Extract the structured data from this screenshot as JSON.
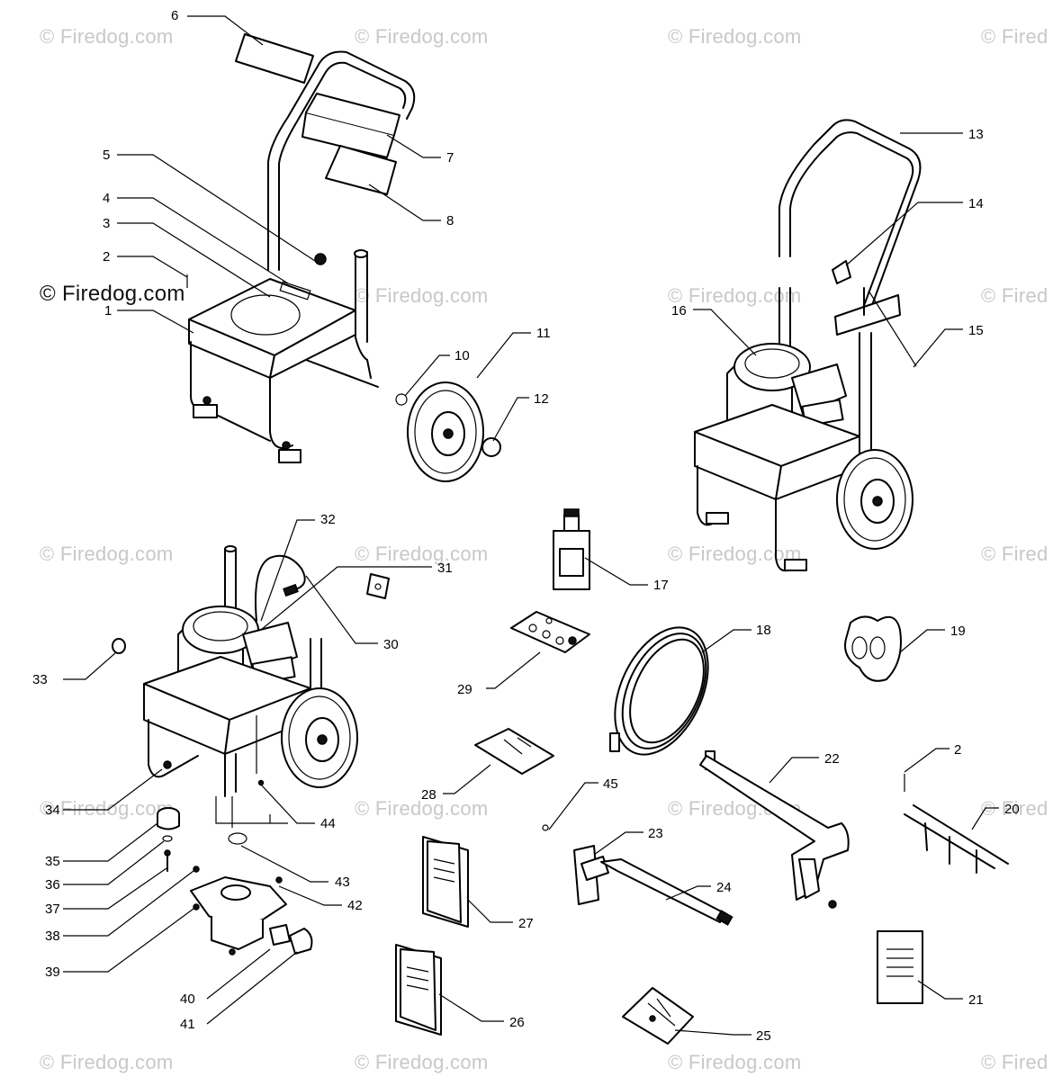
{
  "watermark_text": "© Firedog.com",
  "watermark_cut_text": "© Fired",
  "copyright_main": "© Firedog.com",
  "callouts": [
    {
      "id": "c1",
      "text": "1"
    },
    {
      "id": "c2",
      "text": "2"
    },
    {
      "id": "c3",
      "text": "3"
    },
    {
      "id": "c4",
      "text": "4"
    },
    {
      "id": "c5",
      "text": "5"
    },
    {
      "id": "c6",
      "text": "6"
    },
    {
      "id": "c7",
      "text": "7"
    },
    {
      "id": "c8",
      "text": "8"
    },
    {
      "id": "c10",
      "text": "10"
    },
    {
      "id": "c11",
      "text": "11"
    },
    {
      "id": "c12",
      "text": "12"
    },
    {
      "id": "c13",
      "text": "13"
    },
    {
      "id": "c14",
      "text": "14"
    },
    {
      "id": "c15",
      "text": "15"
    },
    {
      "id": "c16",
      "text": "16"
    },
    {
      "id": "c17",
      "text": "17"
    },
    {
      "id": "c18",
      "text": "18"
    },
    {
      "id": "c19",
      "text": "19"
    },
    {
      "id": "c2b",
      "text": "2"
    },
    {
      "id": "c20",
      "text": "20"
    },
    {
      "id": "c21",
      "text": "21"
    },
    {
      "id": "c22",
      "text": "22"
    },
    {
      "id": "c23",
      "text": "23"
    },
    {
      "id": "c24",
      "text": "24"
    },
    {
      "id": "c25",
      "text": "25"
    },
    {
      "id": "c26",
      "text": "26"
    },
    {
      "id": "c27",
      "text": "27"
    },
    {
      "id": "c28",
      "text": "28"
    },
    {
      "id": "c29",
      "text": "29"
    },
    {
      "id": "c30",
      "text": "30"
    },
    {
      "id": "c31",
      "text": "31"
    },
    {
      "id": "c32",
      "text": "32"
    },
    {
      "id": "c33",
      "text": "33"
    },
    {
      "id": "c34",
      "text": "34"
    },
    {
      "id": "c35",
      "text": "35"
    },
    {
      "id": "c36",
      "text": "36"
    },
    {
      "id": "c37",
      "text": "37"
    },
    {
      "id": "c38",
      "text": "38"
    },
    {
      "id": "c39",
      "text": "39"
    },
    {
      "id": "c40",
      "text": "40"
    },
    {
      "id": "c41",
      "text": "41"
    },
    {
      "id": "c42",
      "text": "42"
    },
    {
      "id": "c43",
      "text": "43"
    },
    {
      "id": "c44",
      "text": "44"
    },
    {
      "id": "c45",
      "text": "45"
    }
  ]
}
